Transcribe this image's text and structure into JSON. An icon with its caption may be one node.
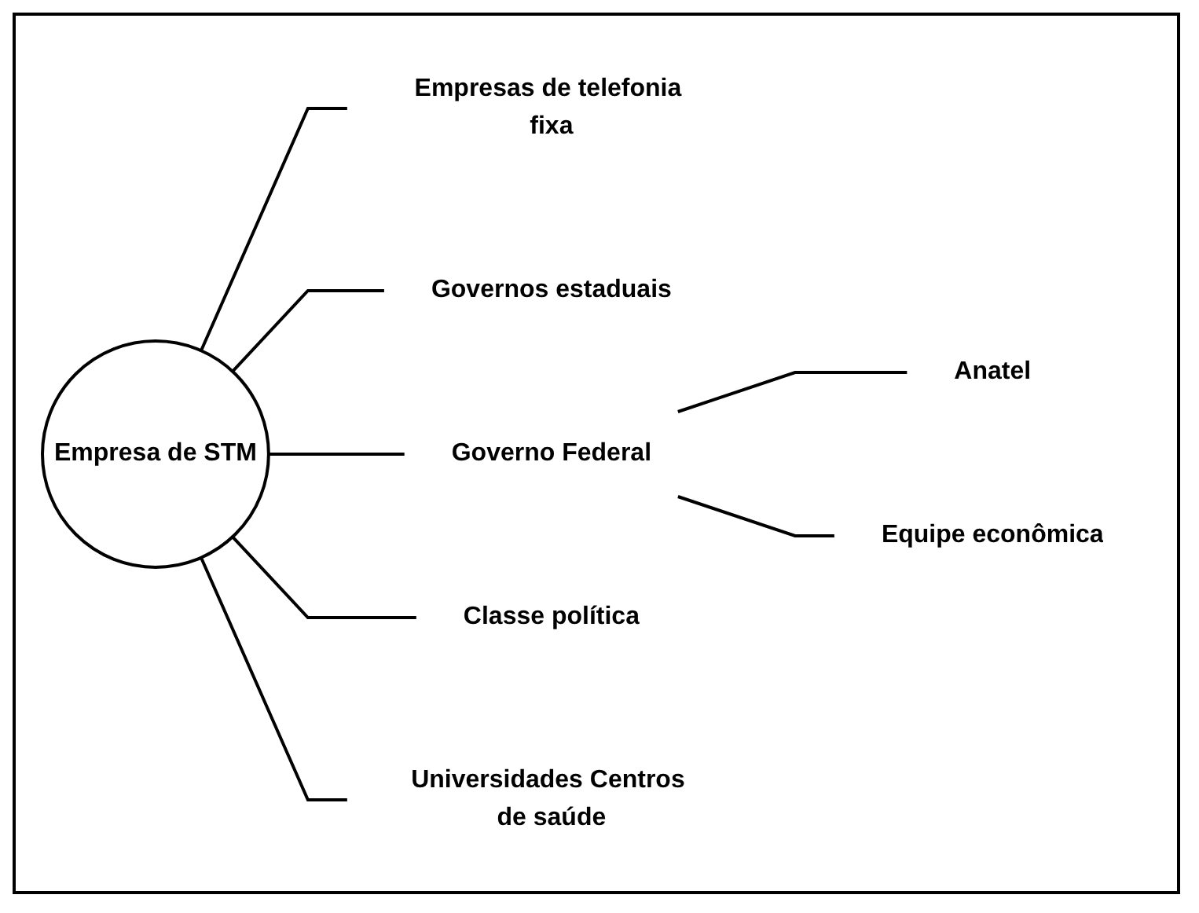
{
  "diagram": {
    "nodes": [
      {
        "text": [
          "Empresa de STM"
        ]
      },
      {
        "text": [
          "Empresas de telefonia fixa"
        ]
      },
      {
        "text": [
          "Governos estaduais"
        ]
      },
      {
        "text": [
          "Governo Federal"
        ]
      },
      {
        "text": [
          "Anatel"
        ]
      },
      {
        "text": [
          "Equipe econômica"
        ]
      },
      {
        "text": [
          "Classe política"
        ]
      },
      {
        "text": [
          "Universidades Centros de saúde"
        ]
      }
    ],
    "edges": [
      {
        "from": 0,
        "to": 1,
        "arrow": "none"
      },
      {
        "from": 0,
        "to": 2,
        "arrow": "none"
      },
      {
        "from": 0,
        "to": 3,
        "arrow": "none"
      },
      {
        "from": 3,
        "to": 4,
        "arrow": "none"
      },
      {
        "from": 3,
        "to": 5,
        "arrow": "none"
      },
      {
        "from": 0,
        "to": 6,
        "arrow": "none"
      },
      {
        "from": 0,
        "to": 7,
        "arrow": "none"
      }
    ]
  }
}
